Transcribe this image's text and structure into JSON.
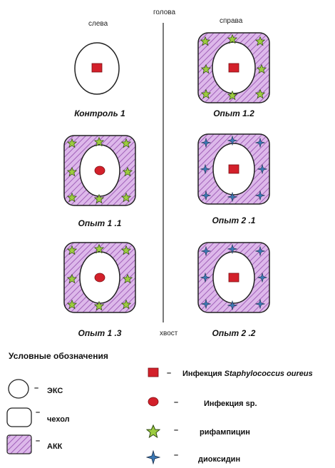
{
  "axis": {
    "top": "голова",
    "bottom": "хвост",
    "left_side": "слева",
    "right_side": "справа"
  },
  "panels": {
    "control_1": "Контроль  1",
    "exp_1_2": "Опыт 1.2",
    "exp_1_1": "Опыт 1 .1",
    "exp_2_1": "Опыт 2 .1",
    "exp_1_3": "Опыт 1 .3",
    "exp_2_2": "Опыт 2 .2"
  },
  "legend": {
    "title": "Условные обозначения",
    "eks": "ЭКС",
    "cover": "чехол",
    "akk": "АКК",
    "staph_prefix": "Инфекция",
    "staph_species": "Staphylococcus oureus",
    "infection_sp": "Инфекция sp.",
    "rifampicin": "рифампицин",
    "dioxidine": "диоксидин",
    "dash": "–"
  },
  "colors": {
    "akk_fill": "#d9b3e6",
    "akk_hatch": "#9a55b0",
    "infection": "#d3202a",
    "rifampicin_star": "#9ccc3f",
    "dioxidine_star": "#3a78b5"
  }
}
